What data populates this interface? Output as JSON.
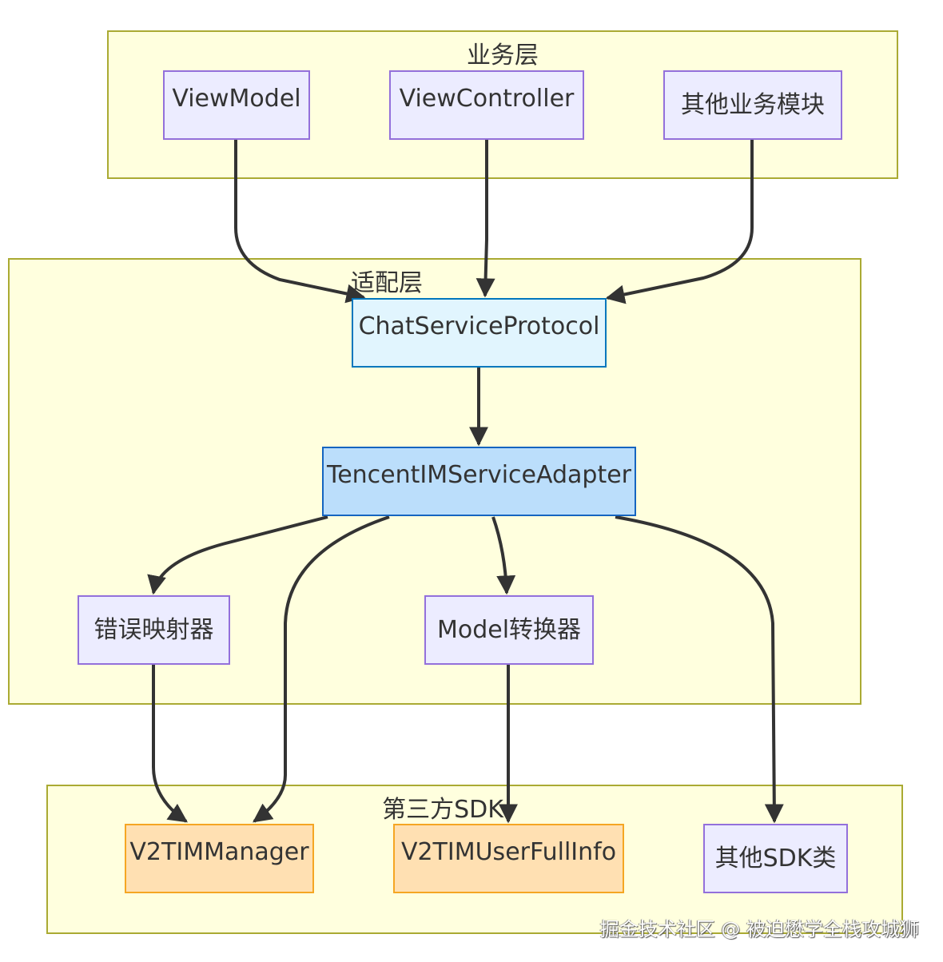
{
  "clusters": {
    "business": {
      "label": "业务层"
    },
    "adapter": {
      "label": "适配层"
    },
    "sdk": {
      "label": "第三方SDK"
    }
  },
  "nodes": {
    "viewmodel": "ViewModel",
    "viewcontroller": "ViewController",
    "other_business": "其他业务模块",
    "chat_protocol": "ChatServiceProtocol",
    "tencent_adapter": "TencentIMServiceAdapter",
    "error_mapper": "错误映射器",
    "model_converter": "Model转换器",
    "v2tim_manager": "V2TIMManager",
    "v2tim_userfullinfo": "V2TIMUserFullInfo",
    "other_sdk": "其他SDK类"
  },
  "edges": [
    {
      "from": "ViewModel",
      "to": "ChatServiceProtocol"
    },
    {
      "from": "ViewController",
      "to": "ChatServiceProtocol"
    },
    {
      "from": "其他业务模块",
      "to": "ChatServiceProtocol"
    },
    {
      "from": "ChatServiceProtocol",
      "to": "TencentIMServiceAdapter"
    },
    {
      "from": "TencentIMServiceAdapter",
      "to": "错误映射器"
    },
    {
      "from": "TencentIMServiceAdapter",
      "to": "V2TIMManager"
    },
    {
      "from": "TencentIMServiceAdapter",
      "to": "Model转换器"
    },
    {
      "from": "TencentIMServiceAdapter",
      "to": "其他SDK类"
    },
    {
      "from": "错误映射器",
      "to": "V2TIMManager"
    },
    {
      "from": "Model转换器",
      "to": "V2TIMUserFullInfo"
    }
  ],
  "colors": {
    "cluster_fill": "#ffffde",
    "cluster_stroke": "#aaaa33",
    "node_fill": "#ececff",
    "node_stroke": "#9370db",
    "protocol_fill": "#e1f5fe",
    "adapter_fill": "#bbdefb",
    "sdk_fill": "#ffe0b2",
    "edge": "#333333"
  },
  "watermark": "掘金技术社区 @ 被迫懋学全栈攻城狮"
}
